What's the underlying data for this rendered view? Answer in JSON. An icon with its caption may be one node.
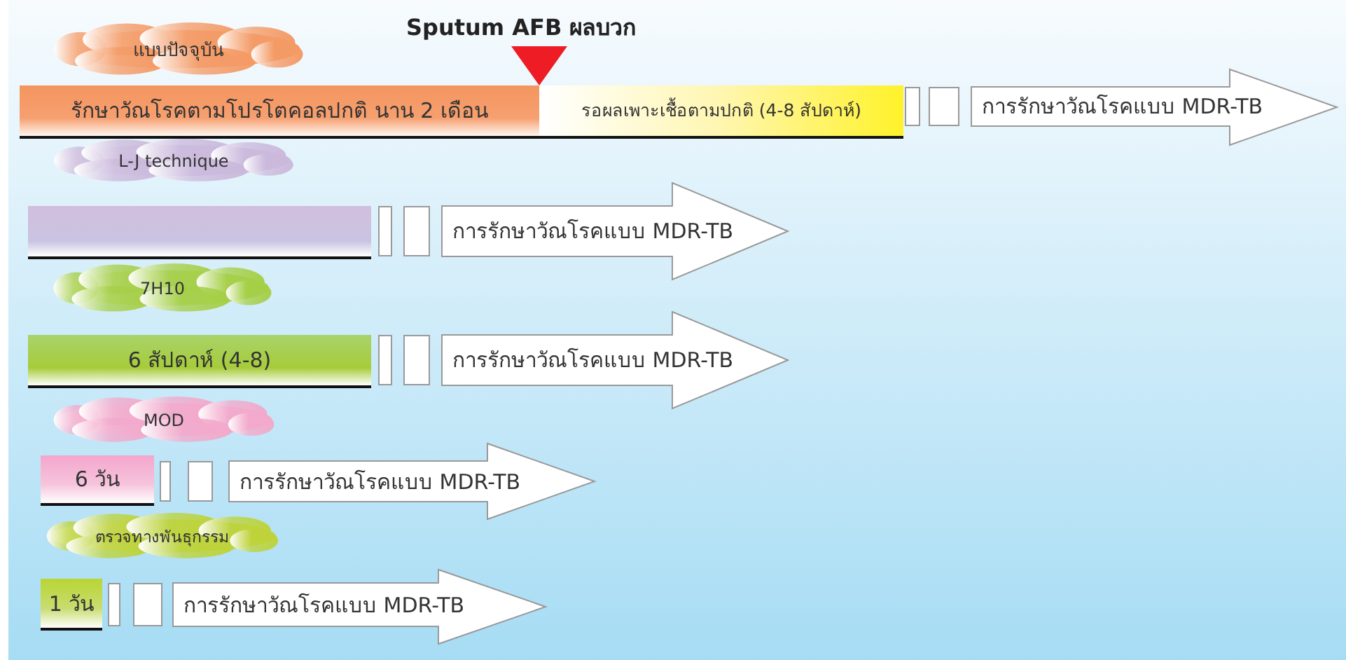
{
  "diagram": {
    "nodes": [
      {
        "text": [
          "แบบปัจจุบัน"
        ]
      },
      {
        "text": [
          "รักษาวัณโรคตามโปรโตคอลปกติ นาน 2 เดือน"
        ]
      },
      {
        "text": [
          "รอผลเพาะเชื้อตามปกติ (4-8 สัปดาห์)"
        ]
      },
      {
        "text": [],
        "shape": "box"
      },
      {
        "text": [],
        "shape": "box"
      },
      {
        "text": [
          "การรักษาวัณโรคแบบ MDR-TB"
        ]
      },
      {
        "text": [
          "L-J technique"
        ]
      },
      {
        "text": [],
        "shape": "bar"
      },
      {
        "text": [],
        "shape": "box"
      },
      {
        "text": [],
        "shape": "box"
      },
      {
        "text": [
          "การรักษาวัณโรคแบบ MDR-TB"
        ]
      },
      {
        "text": [
          "7H10"
        ]
      },
      {
        "text": [
          "6 สัปดาห์ (4-8)"
        ]
      },
      {
        "text": [],
        "shape": "box"
      },
      {
        "text": [],
        "shape": "box"
      },
      {
        "text": [
          "การรักษาวัณโรคแบบ MDR-TB"
        ]
      },
      {
        "text": [
          "MOD"
        ]
      },
      {
        "text": [
          "6 วัน"
        ]
      },
      {
        "text": [],
        "shape": "box"
      },
      {
        "text": [],
        "shape": "box"
      },
      {
        "text": [
          "การรักษาวัณโรคแบบ MDR-TB"
        ]
      },
      {
        "text": [
          "ตรวจทางพันธุกรรม"
        ]
      },
      {
        "text": [
          "1 วัน"
        ]
      },
      {
        "text": [],
        "shape": "box"
      },
      {
        "text": [],
        "shape": "box"
      },
      {
        "text": [
          "การรักษาวัณโรคแบบ MDR-TB"
        ]
      }
    ],
    "labels": [
      "Sputum AFB ผลบวก"
    ]
  }
}
